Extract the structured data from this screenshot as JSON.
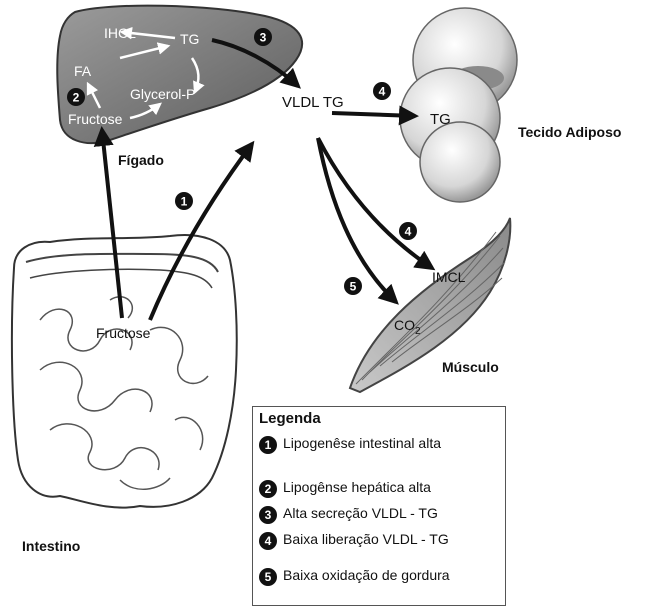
{
  "labels": {
    "liver": "Fígado",
    "intestine": "Intestino",
    "adipose": "Tecido Adiposo",
    "muscle": "Músculo",
    "ihcl": "IHCL",
    "tg_liver": "TG",
    "fa": "FA",
    "glycerol_p": "Glycerol-P",
    "fructose_liver": "Fructose",
    "fructose_gut": "Fructose",
    "vldl_tg": "VLDL TG",
    "tg_adipose": "TG",
    "imcl": "IMCL",
    "co2": "CO",
    "co2_sub": "2"
  },
  "step_markers": [
    "1",
    "2",
    "3",
    "4",
    "4",
    "5"
  ],
  "legend": {
    "title": "Legenda",
    "items": [
      {
        "num": "1",
        "text": "Lipogenêse intestinal alta"
      },
      {
        "num": "2",
        "text": "Lipogênse hepática alta"
      },
      {
        "num": "3",
        "text": "Alta secreção VLDL - TG"
      },
      {
        "num": "4",
        "text": "Baixa liberação VLDL - TG"
      },
      {
        "num": "5",
        "text": "Baixa oxidação de gordura"
      }
    ]
  }
}
